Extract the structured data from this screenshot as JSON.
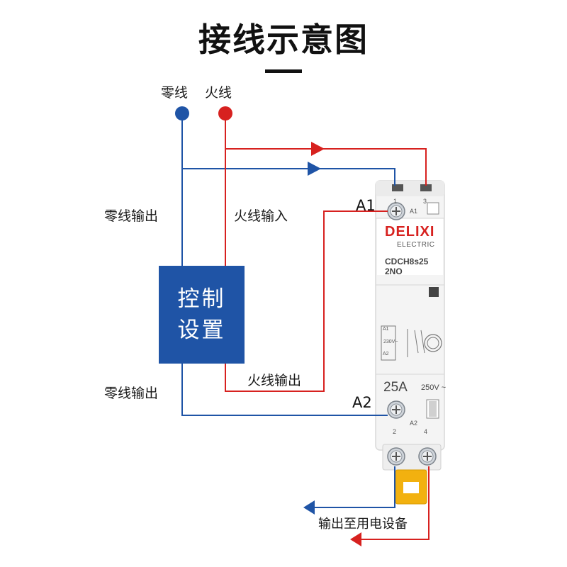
{
  "title": "接线示意图",
  "labels": {
    "neutral": "零线",
    "live": "火线",
    "neutral_out_top": "零线输出",
    "live_in": "火线输入",
    "live_out": "火线输出",
    "neutral_out_bottom": "零线输出",
    "output_to_device": "输出至用电设备"
  },
  "control_box": {
    "line1": "控制",
    "line2": "设置"
  },
  "terminals": {
    "a1": "A1",
    "a2": "A2"
  },
  "device": {
    "brand": "DELIXI",
    "brand_sub": "ELECTRIC",
    "model_line1": "CDCH8s25",
    "model_line2": "2NO",
    "rating": "25A",
    "voltage": "250V ~",
    "terminal_1": "1",
    "terminal_3": "3",
    "terminal_a1": "A1",
    "terminal_2": "2",
    "terminal_4": "4",
    "terminal_a2": "A2",
    "schematic_a1": "A1",
    "schematic_a2": "A2",
    "schematic_voltage": "230V~"
  },
  "colors": {
    "neutral_wire": "#1f54a6",
    "live_wire": "#d7211f",
    "control_box": "#1f54a6",
    "neutral_dot": "#1f54a6",
    "live_dot": "#d7211f",
    "din_clip": "#f2b10f"
  }
}
